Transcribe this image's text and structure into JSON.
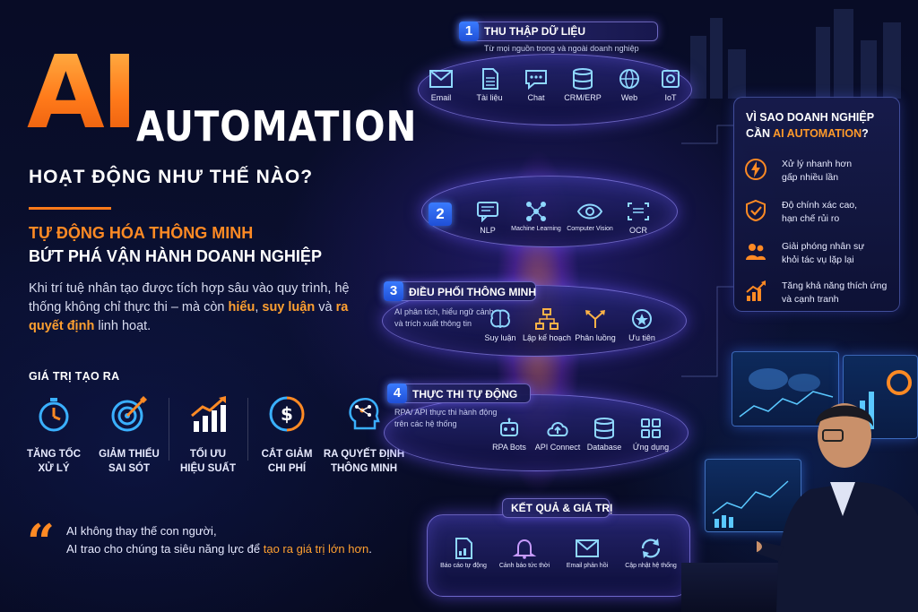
{
  "hero": {
    "ai": "AI",
    "automation": "AUTOMATION",
    "subtitle": "HOẠT ĐỘNG NHƯ THẾ NÀO?",
    "tagline1": "TỰ ĐỘNG HÓA THÔNG MINH",
    "tagline2": "BỨT PHÁ VẬN HÀNH DOANH NGHIỆP",
    "intro_part1": "Khi trí tuệ nhân tạo được tích hợp sâu vào quy trình, hệ thống không chỉ thực thi – mà còn ",
    "intro_hl1": "hiểu",
    "intro_sep": ", ",
    "intro_hl2": "suy luận",
    "intro_part2": " và ",
    "intro_hl3": "ra quyết định",
    "intro_part3": " linh hoạt."
  },
  "values": {
    "title": "GIÁ TRỊ TẠO RA",
    "items": [
      {
        "line1": "TĂNG TỐC",
        "line2": "XỬ LÝ",
        "icon": "stopwatch-icon"
      },
      {
        "line1": "GIẢM THIỂU",
        "line2": "SAI SÓT",
        "icon": "target-icon"
      },
      {
        "line1": "TỐI ƯU",
        "line2": "HIỆU SUẤT",
        "icon": "growth-chart-icon"
      },
      {
        "line1": "CẮT GIẢM",
        "line2": "CHI PHÍ",
        "icon": "dollar-icon"
      },
      {
        "line1": "RA QUYẾT ĐỊNH",
        "line2": "THÔNG MINH",
        "icon": "brain-head-icon"
      }
    ]
  },
  "quote": {
    "line1": "AI không thay thế con người,",
    "line2_part1": "AI trao cho chúng ta siêu năng lực để ",
    "line2_hl": "tạo ra giá trị lớn hơn",
    "line2_end": "."
  },
  "stages": [
    {
      "num": "1",
      "title": "THU THẬP DỮ LIỆU",
      "subtitle": "Từ mọi nguồn trong và ngoài doanh nghiệp",
      "items": [
        "Email",
        "Tài liệu",
        "Chat",
        "CRM/ERP",
        "Web",
        "IoT"
      ]
    },
    {
      "num": "2",
      "title": "",
      "subtitle": "",
      "items": [
        "NLP",
        "Machine Learning",
        "Computer Vision",
        "OCR"
      ]
    },
    {
      "num": "3",
      "title": "ĐIỀU PHỐI THÔNG MINH",
      "subtitle1": "AI phân tích, hiểu ngữ cảnh",
      "subtitle2": "và trích xuất thông tin",
      "items": [
        "Suy luận",
        "Lập kế hoạch",
        "Phân luồng",
        "Ưu tiên"
      ]
    },
    {
      "num": "4",
      "title": "THỰC THI TỰ ĐỘNG",
      "subtitle1": "RPA/ API thực thi hành động",
      "subtitle2": "trên các hệ thống",
      "items": [
        "RPA Bots",
        "API Connect",
        "Database",
        "Ứng dụng"
      ]
    },
    {
      "num": "",
      "title": "KẾT QUẢ & GIÁ TRỊ",
      "subtitle": "",
      "items": [
        "Báo cáo tự động",
        "Cảnh báo tức thời",
        "Email phản hồi",
        "Cập nhật hệ thống"
      ]
    }
  ],
  "why": {
    "title1": "VÌ SAO DOANH NGHIỆP",
    "title2_pre": "CẦN ",
    "title2_hl": "AI AUTOMATION",
    "title2_end": "?",
    "reasons": [
      {
        "l1": "Xử lý nhanh hơn",
        "l2": "gấp nhiều lần",
        "icon": "lightning-icon"
      },
      {
        "l1": "Độ chính xác cao,",
        "l2": "hạn chế rủi ro",
        "icon": "shield-check-icon"
      },
      {
        "l1": "Giải phóng nhân sự",
        "l2": "khỏi tác vụ lặp lại",
        "icon": "people-icon"
      },
      {
        "l1": "Tăng khả năng thích ứng",
        "l2": "và cạnh tranh",
        "icon": "trend-up-icon"
      }
    ]
  },
  "colors": {
    "accent_orange": "#ff7a1a",
    "accent_blue": "#3a7bff",
    "bg": "#070b22"
  }
}
